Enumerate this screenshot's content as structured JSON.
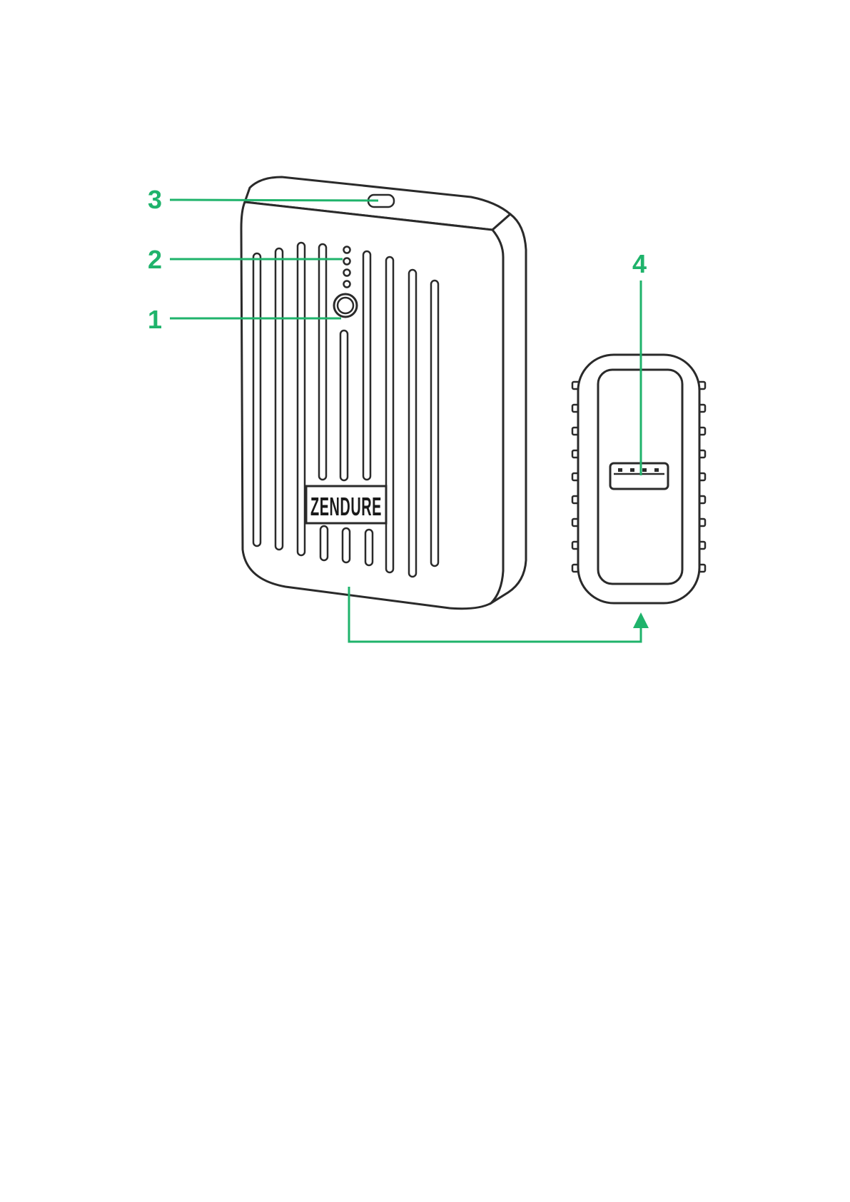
{
  "colors": {
    "callout": "#1fb36b",
    "line_art": "#2a2a2a",
    "background": "#ffffff"
  },
  "brand": {
    "logo_text": "ZENDURE"
  },
  "callouts": [
    {
      "id": "1",
      "label": "1",
      "part": "power-button"
    },
    {
      "id": "2",
      "label": "2",
      "part": "led-indicators"
    },
    {
      "id": "3",
      "label": "3",
      "part": "usb-c-port"
    },
    {
      "id": "4",
      "label": "4",
      "part": "usb-a-port"
    }
  ],
  "led_indicator_count": 4
}
